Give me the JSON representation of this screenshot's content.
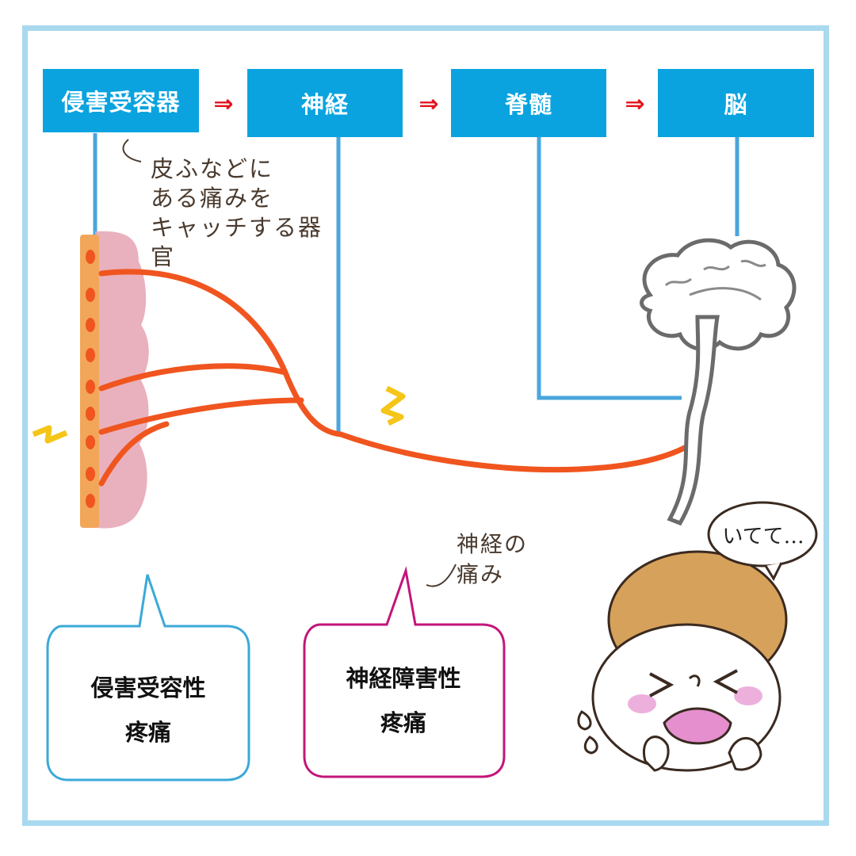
{
  "flow": {
    "stages": [
      "侵害受容器",
      "神経",
      "脊髄",
      "脳"
    ],
    "arrow": "⇒"
  },
  "notes": {
    "organ_line1": "皮ふなどに",
    "organ_line2": "ある痛みを",
    "organ_line3": "キャッチする器官",
    "nerve_line1": "神経の",
    "nerve_line2": "痛み"
  },
  "bubbles": {
    "nociceptive_line1": "侵害受容性",
    "nociceptive_line2": "疼痛",
    "neuropathic_line1": "神経障害性",
    "neuropathic_line2": "疼痛"
  },
  "speech": "いてて…",
  "colors": {
    "stage_fill": "#0aa3df",
    "arrow": "#e3121d",
    "frame": "#a9d9ef",
    "nerve": "#f0551f",
    "skin": "#e7a9b6",
    "nociceptive_bubble": "#3ba9d8",
    "neuropathic_bubble": "#c3157a",
    "pain_spark": "#f5c518"
  }
}
